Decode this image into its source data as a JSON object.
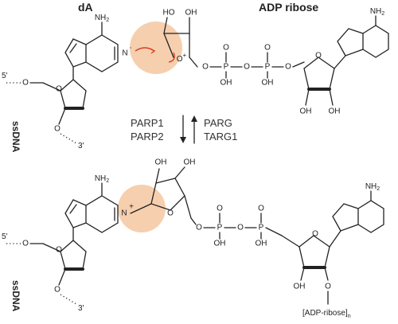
{
  "labels": {
    "da": "dA",
    "adp_ribose": "ADP ribose",
    "ssdna": "ssDNA",
    "prime5": "5'",
    "prime3": "3'",
    "forward_enzyme_1": "PARP1",
    "forward_enzyme_2": "PARP2",
    "reverse_enzyme_1": "PARG",
    "reverse_enzyme_2": "TARG1",
    "poly_chain": "[ADP-ribose]",
    "poly_subscript": "n"
  },
  "atoms": {
    "nh2": "NH",
    "nh2_sub": "2",
    "n": "N",
    "o": "O",
    "oh": "OH",
    "ho": "HO",
    "p": "P",
    "plus": "+"
  },
  "colors": {
    "highlight": "#f6cfae",
    "arrow_red": "#d64027",
    "ink": "#222222"
  }
}
